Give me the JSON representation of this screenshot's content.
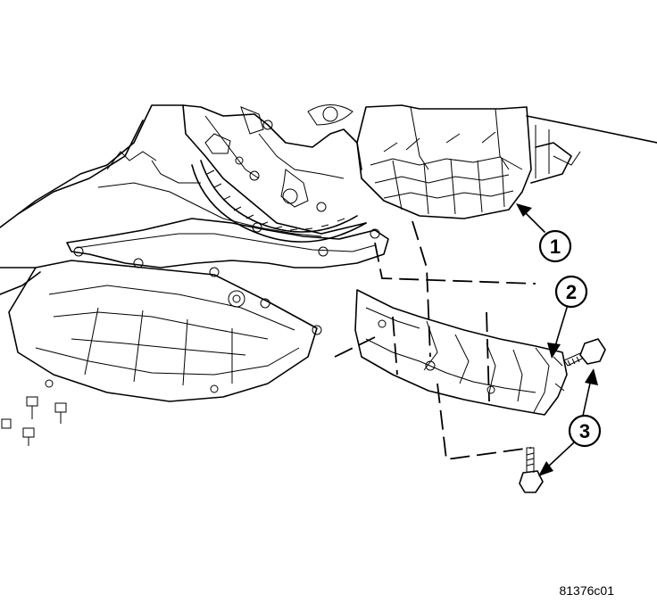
{
  "callouts": [
    {
      "label": "1"
    },
    {
      "label": "2"
    },
    {
      "label": "3"
    }
  ],
  "figure_id": "81376c01"
}
